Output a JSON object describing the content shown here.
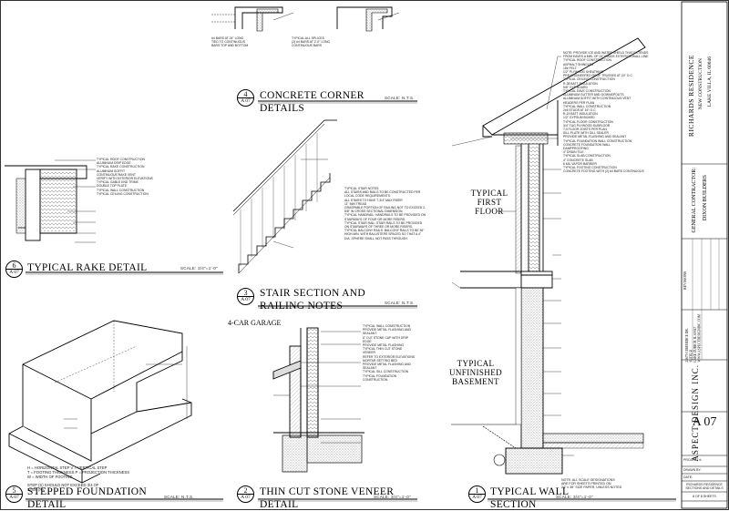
{
  "details": {
    "rake": {
      "num": "6",
      "ref": "A 07",
      "title": "TYPICAL RAKE DETAIL",
      "scale": "SCALE: 3/4\"=1'-0\""
    },
    "corner": {
      "num": "4",
      "ref": "A 07",
      "title": "CONCRETE CORNER\nDETAILS",
      "scale": "SCALE: N.T.S."
    },
    "stair": {
      "num": "3",
      "ref": "A 07",
      "title": "STAIR SECTION AND\nRAILING NOTES",
      "scale": "SCALE: N.T.S."
    },
    "foundation": {
      "num": "5",
      "ref": "A 07",
      "title": "STEPPED FOUNDATION\nDETAIL",
      "scale": "SCALE: N.T.S."
    },
    "stone": {
      "num": "2",
      "ref": "A 07",
      "title": "THIN CUT STONE VENEER\nDETAIL",
      "scale": "SCALE: 3/4\"=1'-0\""
    },
    "wall": {
      "num": "1",
      "ref": "A 07",
      "title": "TYPICAL WALL\nSECTION",
      "scale": "SCALE: 3/4\"=1'-0\""
    }
  },
  "labels": {
    "first_floor": "TYPICAL\nFIRST\nFLOOR",
    "basement": "TYPICAL\nUNFINISHED\nBASEMENT",
    "garage": "4-CAR GARAGE",
    "foundation_note": "STEP (S) SHOULD NOT EXCEED 3/4 OF\nSTEP (A)",
    "foundation_legend": "H = HORIZONTAL STEP       V = VERTICAL STEP\nT = FOOTING THICKNESS     P = PROJECTION THICKNESS\nW = WIDTH OF FOOTING"
  },
  "notes": {
    "corner_left": "#4 BARS AT 24\" LONG\nTIED TO CONTINUOUS\nBARS TOP AND BOTTOM",
    "corner_right": "TYPICAL ALL SPLICES\n(2) #4 BARS AT 2'-0\" LONG\nCONTINUOUS BARS",
    "rake": "TYPICAL ROOF CONSTRUCTION\nALUMINUM DRIP EDGE\nTYPICAL RAKE CONSTRUCTION\nALUMINUM SOFFIT\nCONTINUOUS RAKE VENT\nVERIFY WITH EXTERIOR ELEVATIONS\nTYPICAL GABLE END TRIMS\nDOUBLE TOP PLATE\nTYPICAL WALL CONSTRUCTION\nTYPICAL CEILING CONSTRUCTION",
    "stair": "TYPICAL STAIR NOTES:\nALL STAIRS AND RAILS TO BE CONSTRUCTED PER LOCAL CODE REQUIREMENTS.\nALL STAIRS TO HAVE 7-3/4\" MAX RISER\n11\" MIN TREAD\nGRASPABLE PORTION OF RAILING NOT TO EXCEED 2-5/8\" IN CROSS SECTIONAL DIMENSION.\nTYPICAL HANDRAIL: HANDRAILS TO BE PROVIDED ON STAIRWAYS OF FOUR OR MORE RISERS.\nTYPICAL STAIR RAIL: STAIR RAILS TO BE PROVIDED ON STAIRWAYS OF THREE OR MORE RISERS.\nTYPICAL BALCONY RAILS: BALCONY RAILS TO BE 36\" HIGH MIN. WITH BALUSTERS SPACED SO THAT A 4\" DIA. SPHERE SHALL NOT PASS THROUGH.",
    "stone": "TYPICAL WALL CONSTRUCTION\nPROVIDE METAL FLASHING AND SEALANT\n6\" CUT STONE CAP WITH DRIP EDGE\nPROVIDE METAL FLASHING\nTYPICAL THIN CUT STONE VENEER\nREFER TO EXTERIOR ELEVATIONS\nMORTAR SETTING BED\nPROVIDE METAL FLASHING AND SEALANT\nTYPICAL SILL CONSTRUCTION\nTYPICAL FOUNDATION CONSTRUCTION",
    "wall": "NOTE: PROVIDE ICE AND WATER SHIELD THAT EXTENDS FROM EAVES A MIN. OF 24\" INSIDE EXTERIOR WALL LINE\nTYPICAL ROOF CONSTRUCTION\nASPHALT SHINGLES\n15# FELT\n1/2\" PLYWOOD SHEATHING\nPRE-ENGINEERED ROOF TRUSSES AT 24\" O.C.\nTYPICAL CEILING CONSTRUCTION\nR-38 BATT INSULATION\n5/8\" GYP BOARD\nTYPICAL EAVE CONSTRUCTION\nALUMINUM GUTTER AND DOWNSPOUTS\nALUMINUM SOFFIT WITH CONTINUOUS VENT\nHEADERS PER PLAN\nTYPICAL WALL CONSTRUCTION\n2x6 STUDS AT 16\" O.C.\nR-19 BATT INSULATION\n1/2\" GYPSUM BOARD\nTYPICAL FLOOR CONSTRUCTION\n3/4\" T&G PLYWOOD SUBFLOOR\nTJI FLOOR JOISTS PER PLAN\nSILL PLATE WITH SILL SEALER\nPROVIDE METAL FLASHING AND SEALANT\nTYPICAL FOUNDATION WALL CONSTRUCTION\nCONCRETE FOUNDATION WALL\nDAMPPROOFING\n4\" DRAIN TILE\nTYPICAL SLAB CONSTRUCTION\n4\" CONCRETE SLAB\n6 MIL VAPOR BARRIER\nTYPICAL FOOTING CONSTRUCTION\nCONCRETE FOOTING WITH (2) #4 BARS CONTINUOUS"
  },
  "title_block": {
    "project_name": "RICHARDS RESIDENCE",
    "project_type": "NEW CONSTRUCTION",
    "city": "LAKE VILLA, IL 60046",
    "contractor_heading": "GENERAL CONTRACTOR:",
    "contractor": "DIXON BUILDERS",
    "firm_logo": "ASPECT DESIGN INC.",
    "sheet_number": "A 07",
    "project_no": "PROJECT #:",
    "drawn_by": "DRAWN BY:",
    "date": "DATE:",
    "sheet_desc": "RICHARDS RESIDENCE\nSECTIONS AND DETAILS",
    "sheet_count": "8 OF 8 SHEETS",
    "revisions": "REVISIONS",
    "address": "23675 COMMERCE DR.\nSUITE B\nLAKE ZURICH, IL 60047\nWWW.ASPECTDESIGNINC.COM",
    "footer_note": "NOTE: ALL SCALE DESIGNATIONS\nARE FOR SHEETS PRINTED ON\n24\" x 36\" SIZE PAPER, UNLESS NOTED"
  },
  "colors": {
    "ink": "#111111",
    "concrete": "#9a9a9a",
    "insulation": "#666666"
  }
}
